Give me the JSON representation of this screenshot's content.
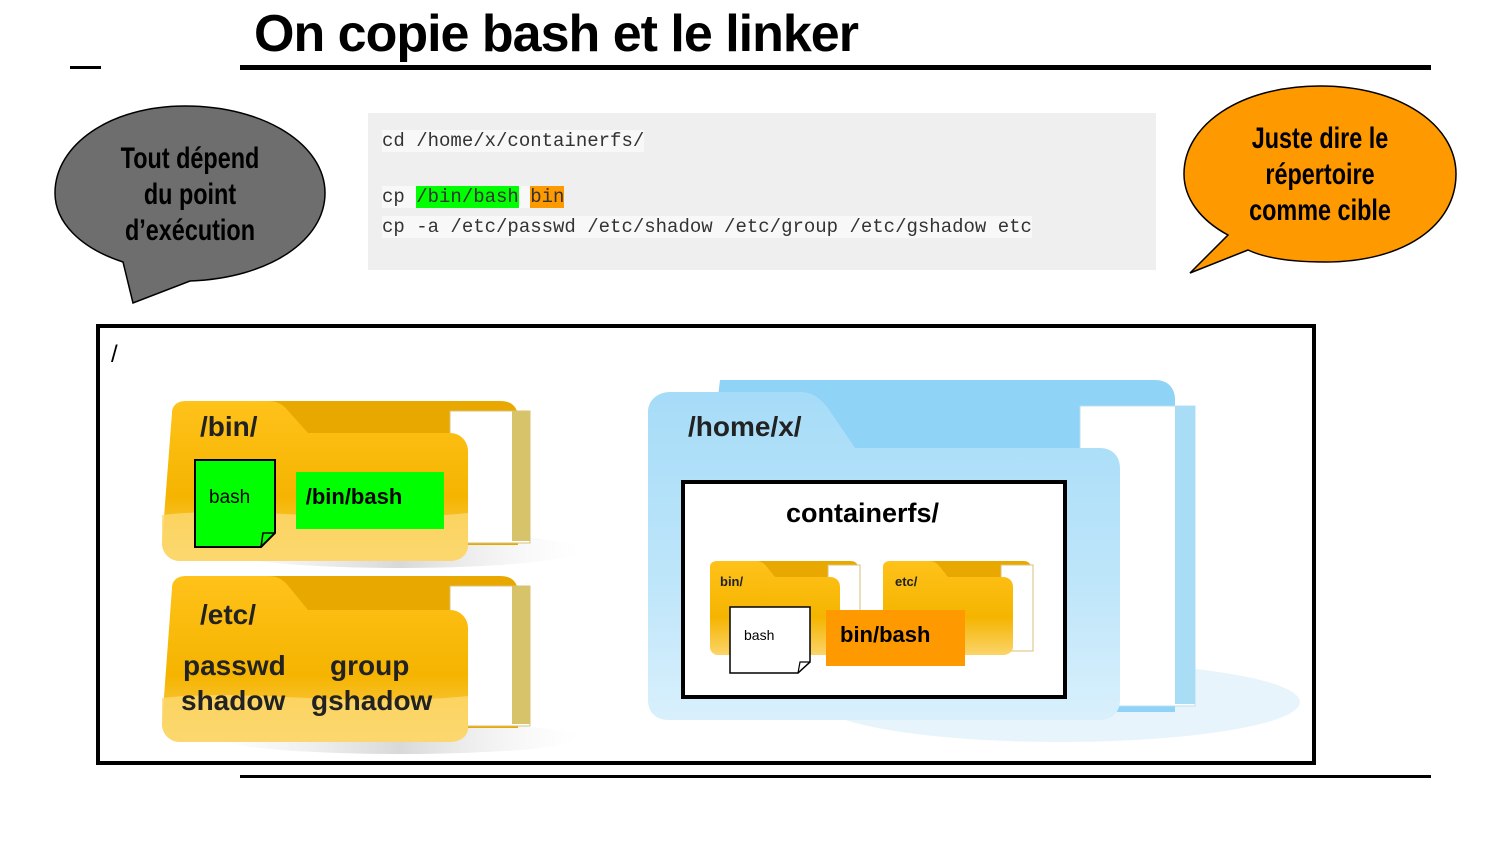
{
  "slide": {
    "title": "On copie bash et le linker"
  },
  "code": {
    "line1": "cd /home/x/containerfs/",
    "line2_cmd": "cp ",
    "line2_src": "/bin/bash",
    "line2_dst": "bin",
    "line3": "cp -a /etc/passwd /etc/shadow /etc/group /etc/gshadow etc"
  },
  "bubbles": {
    "left_line1": "Tout dépend",
    "left_line2": "du point",
    "left_line3": "d’exécution",
    "right_line1": "Juste dire le",
    "right_line2": "répertoire",
    "right_line3": "comme cible"
  },
  "diagram": {
    "root_label": "/",
    "bin_folder": {
      "label": "/bin/",
      "file": "bash",
      "path_label": "/bin/bash"
    },
    "etc_folder": {
      "label": "/etc/",
      "files": [
        "passwd",
        "group",
        "shadow",
        "gshadow"
      ]
    },
    "home_folder": {
      "label": "/home/x/"
    },
    "containerfs": {
      "label": "containerfs/",
      "bin_label": "bin/",
      "etc_label": "etc/",
      "file": "bash",
      "path_label": "bin/bash"
    }
  },
  "colors": {
    "green": "#00ff00",
    "orange": "#ff9900",
    "folder_yellow": "#f5b800",
    "folder_blue": "#8fd3f7",
    "bubble_gray": "#6e6e6e"
  }
}
